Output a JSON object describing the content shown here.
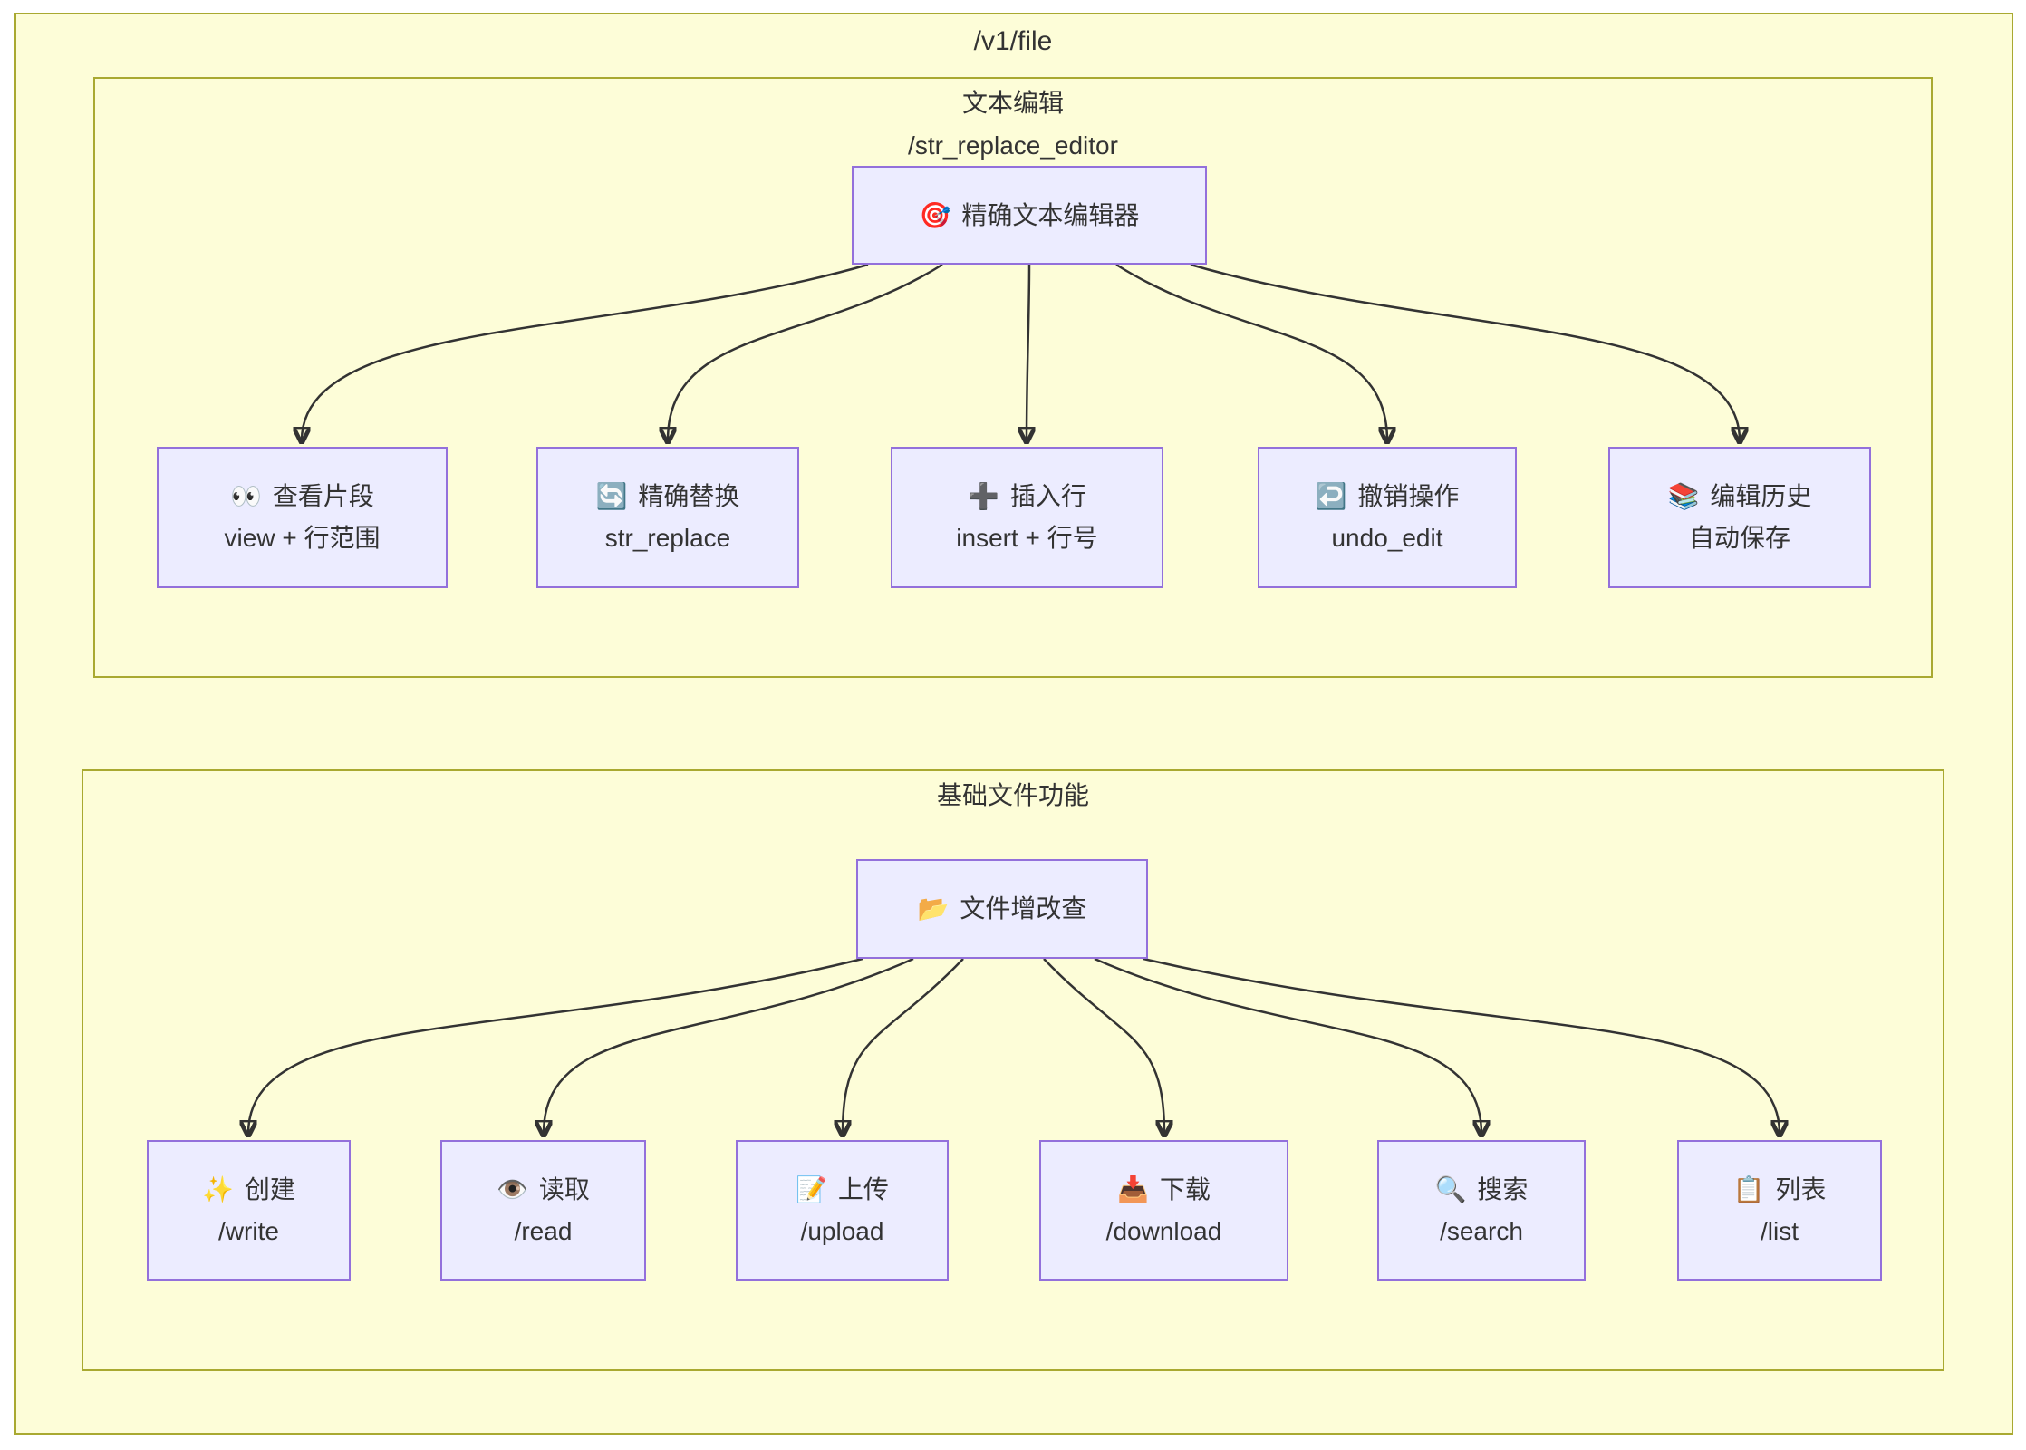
{
  "diagram": {
    "title": "/v1/file",
    "colors": {
      "canvas_bg": "#ffffff",
      "subgraph_fill": "#fdfdd8",
      "subgraph_border": "#a9a931",
      "node_fill": "#ececff",
      "node_border": "#9370db",
      "edge_color": "#333333",
      "text_color": "#333333"
    },
    "sections": [
      {
        "title_line1": "文本编辑",
        "title_line2": "/str_replace_editor",
        "root": {
          "icon": "🎯",
          "icon_name": "target-icon",
          "label": "精确文本编辑器"
        },
        "children": [
          {
            "icon": "👀",
            "icon_name": "eyes-icon",
            "line1": "查看片段",
            "line2": "view + 行范围"
          },
          {
            "icon": "🔄",
            "icon_name": "refresh-icon",
            "line1": "精确替换",
            "line2": "str_replace"
          },
          {
            "icon": "➕",
            "icon_name": "plus-icon",
            "line1": "插入行",
            "line2": "insert + 行号"
          },
          {
            "icon": "↩️",
            "icon_name": "undo-arrow-icon",
            "line1": "撤销操作",
            "line2": "undo_edit"
          },
          {
            "icon": "📚",
            "icon_name": "books-icon",
            "line1": "编辑历史",
            "line2": "自动保存"
          }
        ]
      },
      {
        "title_line1": "基础文件功能",
        "title_line2": "",
        "root": {
          "icon": "📂",
          "icon_name": "folder-icon",
          "label": "文件增改查"
        },
        "children": [
          {
            "icon": "✨",
            "icon_name": "sparkles-icon",
            "line1": "创建",
            "line2": "/write"
          },
          {
            "icon": "👁️",
            "icon_name": "eye-icon",
            "line1": "读取",
            "line2": "/read"
          },
          {
            "icon": "📝",
            "icon_name": "memo-icon",
            "line1": "上传",
            "line2": "/upload"
          },
          {
            "icon": "📥",
            "icon_name": "inbox-tray-icon",
            "line1": "下载",
            "line2": "/download"
          },
          {
            "icon": "🔍",
            "icon_name": "magnifier-icon",
            "line1": "搜索",
            "line2": "/search"
          },
          {
            "icon": "📋",
            "icon_name": "clipboard-icon",
            "line1": "列表",
            "line2": "/list"
          }
        ]
      }
    ]
  }
}
